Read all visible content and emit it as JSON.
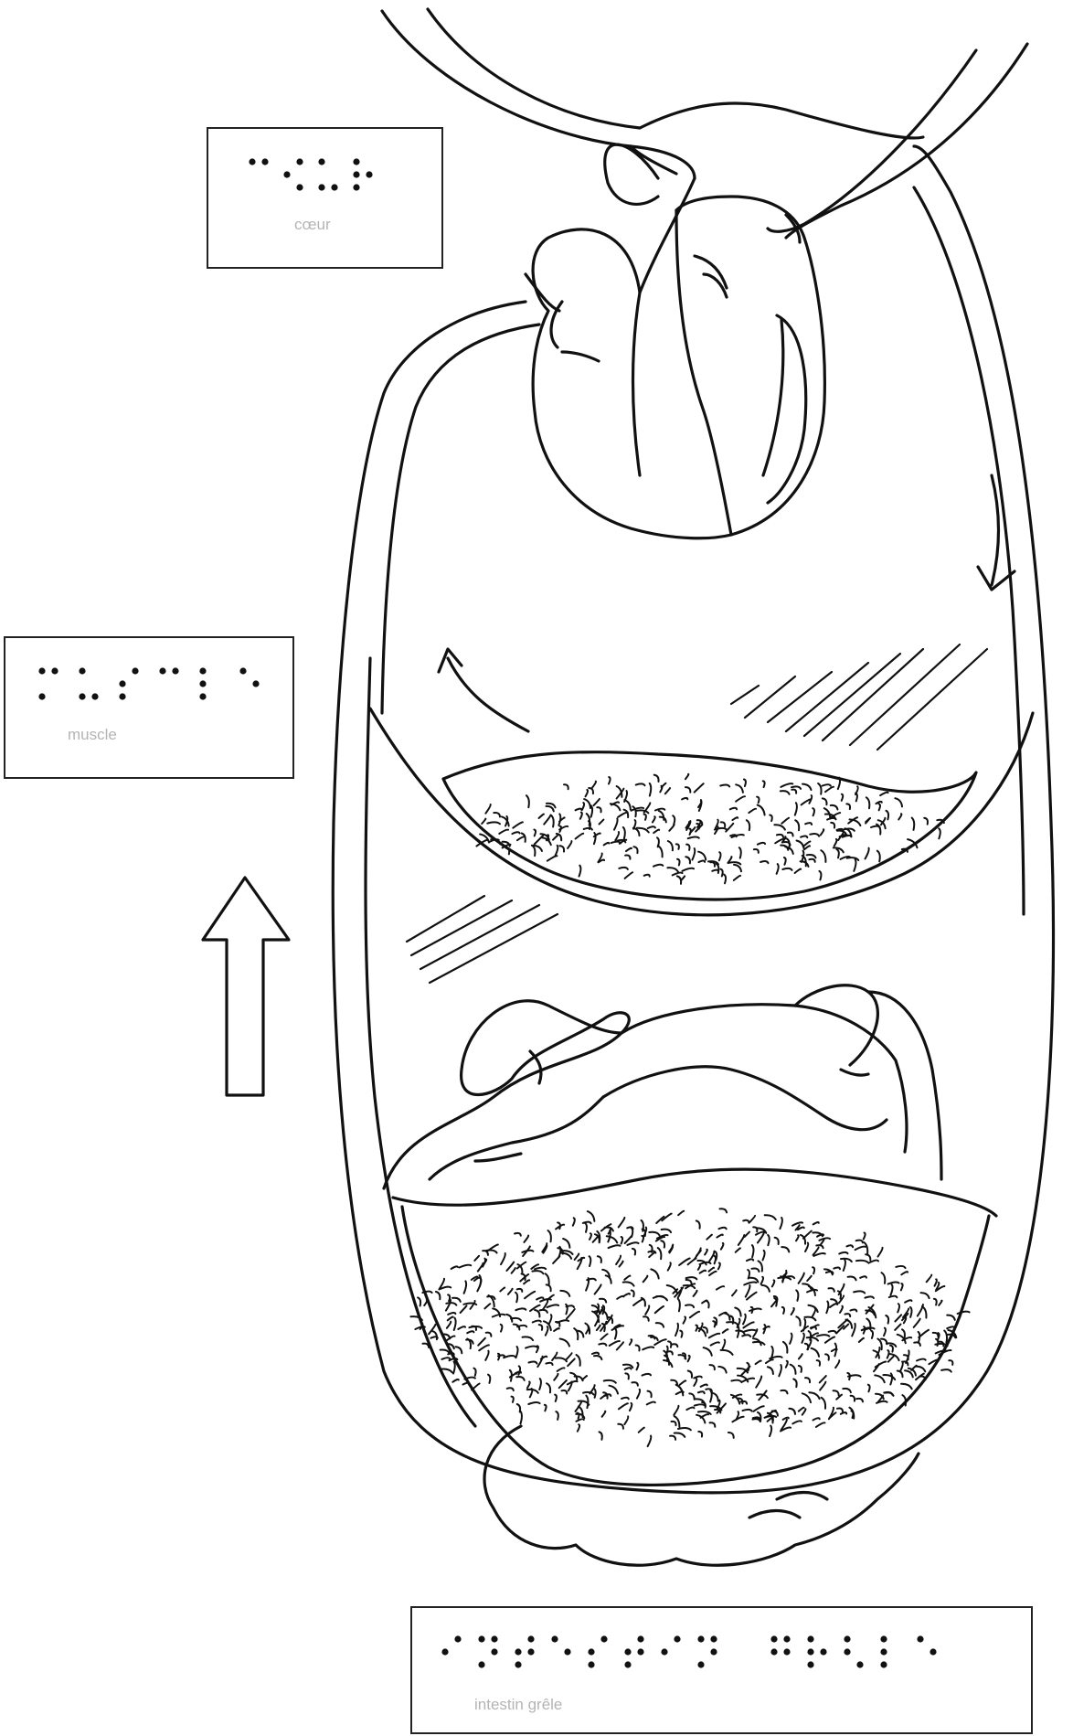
{
  "labels": {
    "coeur": {
      "text": "cœur",
      "braille": "⠉⠪⠥⠗"
    },
    "muscle": {
      "text": "muscle",
      "braille": "⠍⠥⠎⠉⠇⠑"
    },
    "intestin": {
      "text": "intestin grêle",
      "braille": "⠊⠝⠞⠑⠎⠞⠊⠝ ⠛⠗⠣⠇⠑"
    }
  },
  "colors": {
    "stroke": "#111111",
    "caption": "#b4b4b4",
    "background": "#ffffff"
  },
  "icons": [
    "heart-icon",
    "muscle-tissue-icon",
    "small-intestine-icon",
    "flow-arrow-icon",
    "direction-arrow-icon"
  ]
}
